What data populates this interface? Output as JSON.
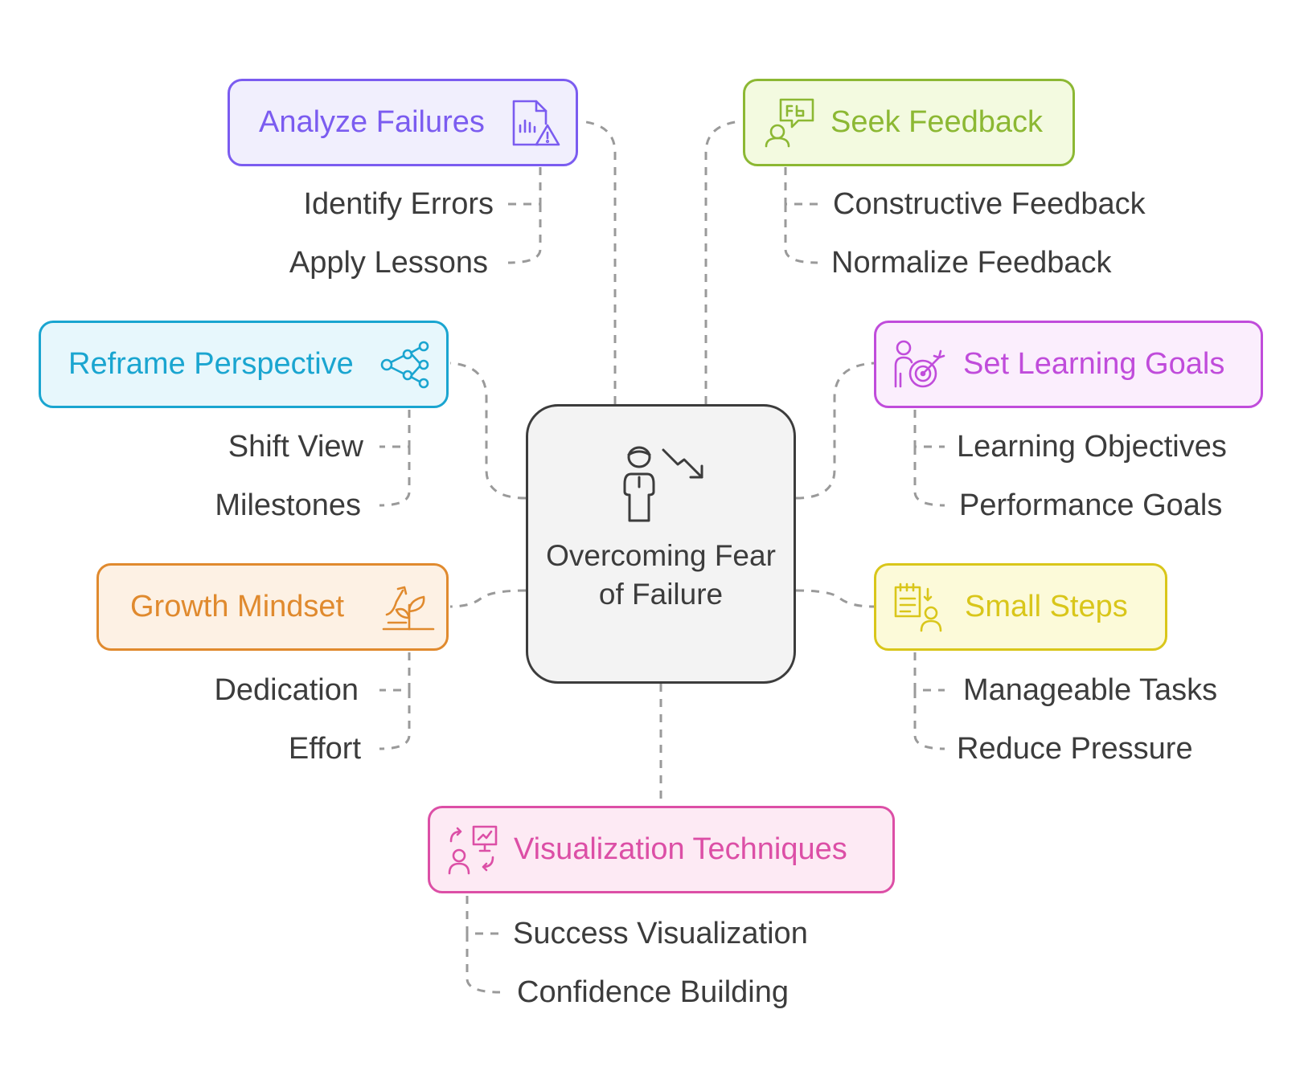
{
  "center": {
    "title": "Overcoming Fear of Failure"
  },
  "colors": {
    "connector": "#9a9a9a",
    "purple": "#7b5cf0",
    "green": "#8cb833",
    "cyan": "#1aa5d0",
    "violet": "#c04cdb",
    "orange": "#e08a2e",
    "yellow": "#d9c61a",
    "pink": "#dc4fa6"
  },
  "topics": {
    "analyze_failures": {
      "label": "Analyze Failures",
      "icon": "report-warning-icon",
      "items": [
        "Identify Errors",
        "Apply Lessons"
      ]
    },
    "seek_feedback": {
      "label": "Seek Feedback",
      "icon": "feedback-chat-icon",
      "items": [
        "Constructive Feedback",
        "Normalize Feedback"
      ]
    },
    "reframe_perspective": {
      "label": "Reframe Perspective",
      "icon": "share-nodes-icon",
      "items": [
        "Shift View",
        "Milestones"
      ]
    },
    "set_learning_goals": {
      "label": "Set Learning Goals",
      "icon": "person-target-icon",
      "items": [
        "Learning Objectives",
        "Performance Goals"
      ]
    },
    "growth_mindset": {
      "label": "Growth Mindset",
      "icon": "sprout-growth-icon",
      "items": [
        "Dedication",
        "Effort"
      ]
    },
    "small_steps": {
      "label": "Small Steps",
      "icon": "checklist-person-icon",
      "items": [
        "Manageable Tasks",
        "Reduce Pressure"
      ]
    },
    "visualization_techniques": {
      "label": "Visualization Techniques",
      "icon": "person-presentation-icon",
      "items": [
        "Success Visualization",
        "Confidence Building"
      ]
    }
  }
}
